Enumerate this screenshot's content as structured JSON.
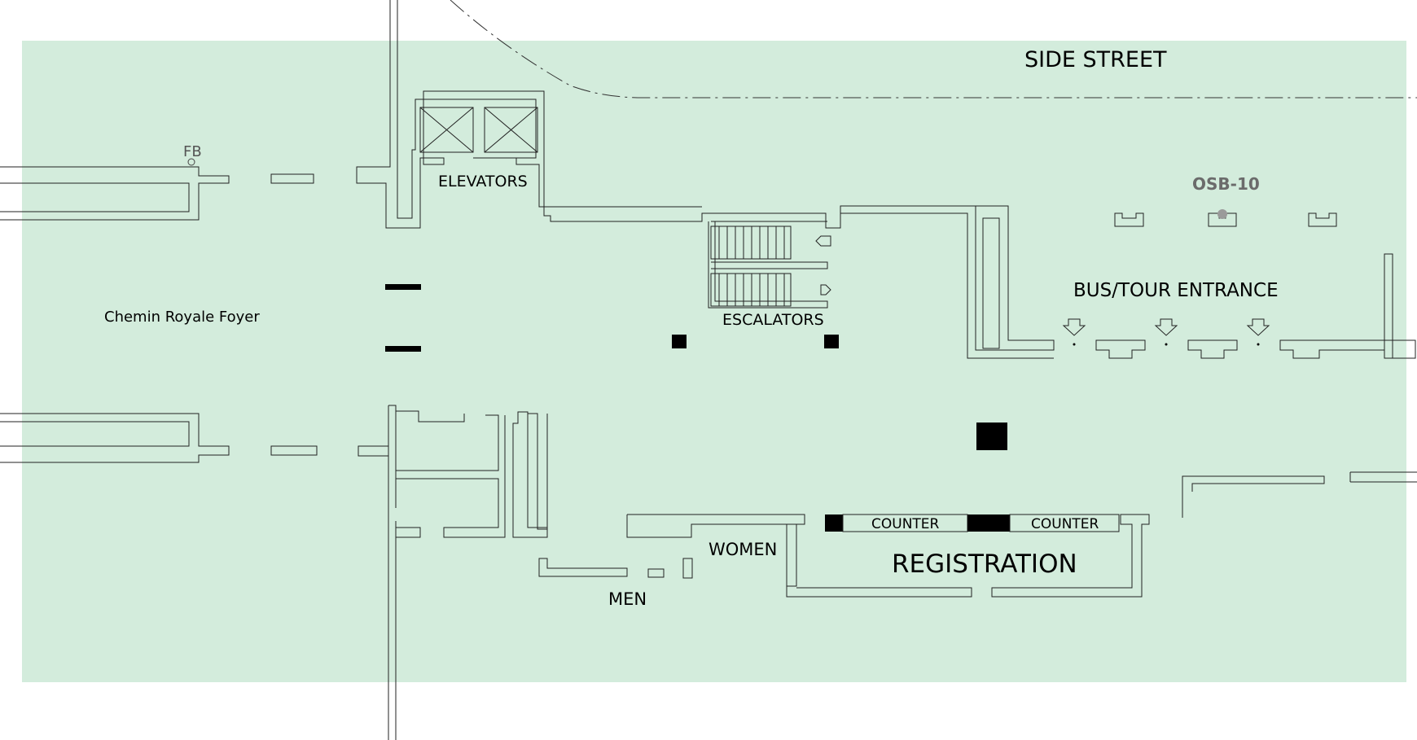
{
  "labels": {
    "side_street": "SIDE STREET",
    "elevators": "ELEVATORS",
    "escalators": "ESCALATORS",
    "bus_tour_entrance": "BUS/TOUR ENTRANCE",
    "osb": "OSB-10",
    "fb": "FB",
    "foyer": "Chemin Royale Foyer",
    "counter_1": "COUNTER",
    "counter_2": "COUNTER",
    "registration": "REGISTRATION",
    "women": "WOMEN",
    "men": "MEN"
  },
  "colors": {
    "floor": "#d3ecdc",
    "walls": "#222222",
    "osb_label": "#6b6b6b"
  }
}
